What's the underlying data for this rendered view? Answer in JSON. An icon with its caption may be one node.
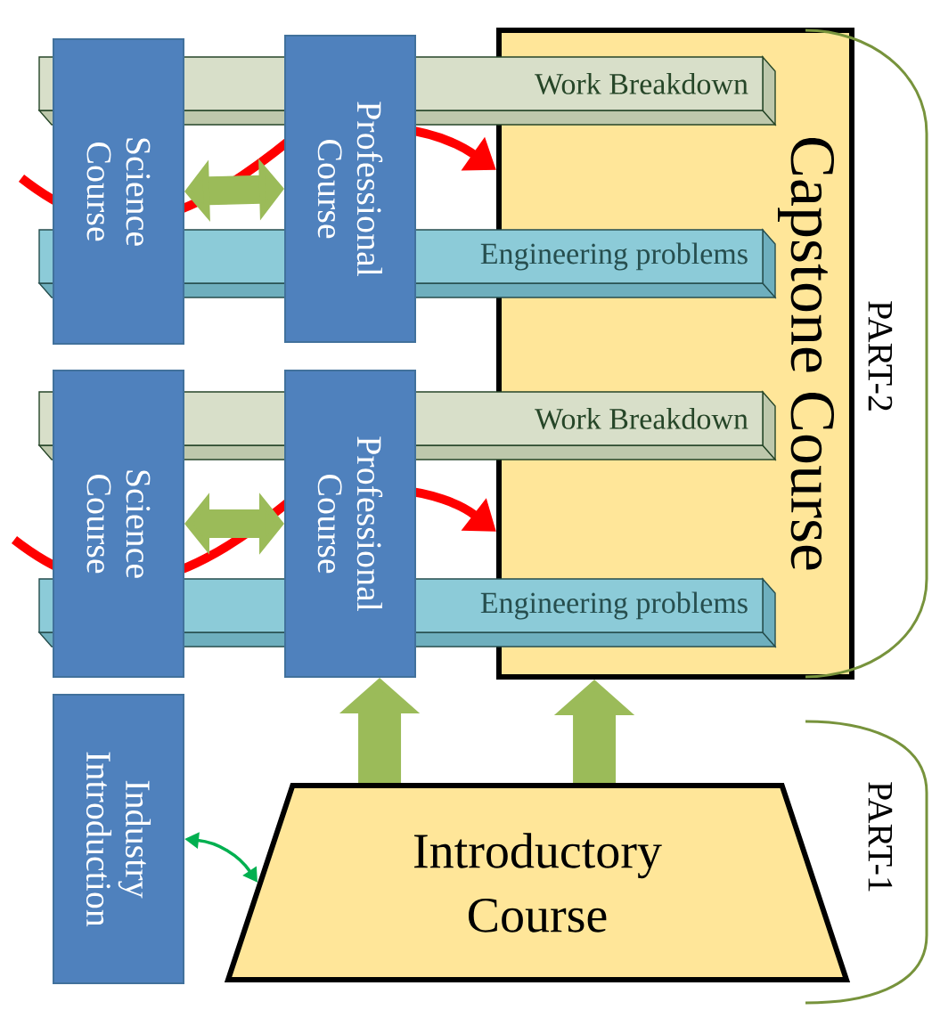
{
  "diagram": {
    "nodes": [
      {
        "text": [
          "Capstone Course"
        ]
      },
      {
        "text": [
          "Work Breakdown"
        ]
      },
      {
        "text": [
          "Engineering problems"
        ]
      },
      {
        "text": [
          "Science Course"
        ]
      },
      {
        "text": [
          "Professional Course"
        ]
      },
      {
        "text": [
          "Work Breakdown"
        ]
      },
      {
        "text": [
          "Engineering problems"
        ]
      },
      {
        "text": [
          "Science Course"
        ]
      },
      {
        "text": [
          "Professional Course"
        ]
      },
      {
        "text": [
          "Industry Introduction"
        ]
      },
      {
        "text": [
          "Introductory Course"
        ]
      }
    ],
    "edges": [
      {
        "from": 3,
        "to": 4,
        "arrow": "both",
        "color": "#9bbb59"
      },
      {
        "from": null,
        "to": 0,
        "arrow": "to",
        "color": "#ff0000"
      },
      {
        "from": 7,
        "to": 8,
        "arrow": "both",
        "color": "#9bbb59"
      },
      {
        "from": null,
        "to": 0,
        "arrow": "to",
        "color": "#ff0000"
      },
      {
        "from": 10,
        "to": 8,
        "arrow": "to",
        "color": "#9bbb59"
      },
      {
        "from": 10,
        "to": 0,
        "arrow": "to",
        "color": "#9bbb59"
      },
      {
        "from": 9,
        "to": 10,
        "arrow": "both",
        "color": "#00b050"
      }
    ],
    "labels": [
      "PART-2",
      "PART-1"
    ]
  }
}
